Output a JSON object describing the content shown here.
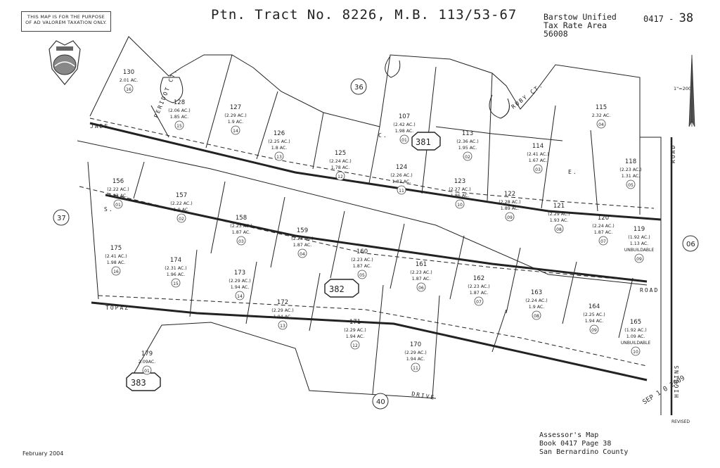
{
  "header": {
    "notice_line1": "THIS MAP IS FOR THE PURPOSE",
    "notice_line2": "OF AD VALOREM TAXATION ONLY.",
    "title": "Ptn. Tract No. 8226, M.B. 113/53-67",
    "district": "Barstow Unified",
    "tax_rate_area_label": "Tax Rate Area",
    "tax_rate_area": "56008",
    "book_prefix": "0417 - ",
    "book_page": "38",
    "scale": "1\"=200'"
  },
  "footer": {
    "line1": "Assessor's Map",
    "line2": "Book 0417 Page 38",
    "line3": "San Bernardino County",
    "date": "February 2004",
    "stamp": "SEP 1 0 2009",
    "revised": "REVISED"
  },
  "streets": [
    "JADE",
    "RUBY CT.",
    "PERIDOT CT.",
    "TOPAZ",
    "DRIVE",
    "ROAD",
    "HIGGINS",
    "E.",
    "C.",
    "S."
  ],
  "adjoining_pages": [
    "36",
    "37",
    "06",
    "40"
  ],
  "blocks": [
    "381",
    "382",
    "383"
  ],
  "lots": [
    {
      "lot": "130",
      "parcel": "16",
      "acres": "2.01 AC."
    },
    {
      "lot": "128",
      "parcel": "15",
      "acres": "(2.06 AC.)",
      "acres2": "1.85 AC."
    },
    {
      "lot": "127",
      "parcel": "14",
      "acres": "(2.29 AC.)",
      "acres2": "1.9 AC."
    },
    {
      "lot": "126",
      "parcel": "13",
      "acres": "(2.25 AC.)",
      "acres2": "1.8 AC."
    },
    {
      "lot": "125",
      "parcel": "12",
      "acres": "(2.24 AC.)",
      "acres2": "1.78 AC."
    },
    {
      "lot": "107",
      "parcel": "01",
      "acres": "(2.42 AC.)",
      "acres2": "1.98 AC."
    },
    {
      "lot": "113",
      "parcel": "02",
      "acres": "(2.36 AC.)",
      "acres2": "1.95 AC."
    },
    {
      "lot": "115",
      "parcel": "04",
      "acres": "2.32 AC."
    },
    {
      "lot": "114",
      "parcel": "03",
      "acres": "(2.41 AC.)",
      "acres2": "1.67 AC."
    },
    {
      "lot": "118",
      "parcel": "05",
      "acres": "(2.23 AC.)",
      "acres2": "1.31 AC."
    },
    {
      "lot": "124",
      "parcel": "11",
      "acres": "(2.26 AC.)",
      "acres2": "1.83 AC."
    },
    {
      "lot": "123",
      "parcel": "10",
      "acres": "(2.27 AC.)",
      "acres2": "1.86 AC."
    },
    {
      "lot": "122",
      "parcel": "09",
      "acres": "(2.28 AC.)",
      "acres2": "1.89 AC."
    },
    {
      "lot": "121",
      "parcel": "08",
      "acres": "(2.29 AC.)",
      "acres2": "1.93 AC."
    },
    {
      "lot": "120",
      "parcel": "07",
      "acres": "(2.24 AC.)",
      "acres2": "1.87 AC."
    },
    {
      "lot": "119",
      "parcel": "09",
      "acres": "(1.92 AC.)",
      "acres2": "1.13 AC.",
      "note": "UNBUILDABLE"
    },
    {
      "lot": "156",
      "parcel": "01",
      "acres": "(2.22 AC.)",
      "acres2": "1.83 AC."
    },
    {
      "lot": "157",
      "parcel": "02",
      "acres": "(2.22 AC.)",
      "acres2": "1.9 AC."
    },
    {
      "lot": "158",
      "parcel": "03",
      "acres": "(2.23 AC.)",
      "acres2": "1.87 AC."
    },
    {
      "lot": "159",
      "parcel": "04",
      "acres": "(2.23 AC.)",
      "acres2": "1.87 AC."
    },
    {
      "lot": "160",
      "parcel": "05",
      "acres": "(2.23 AC.)",
      "acres2": "1.87 AC."
    },
    {
      "lot": "161",
      "parcel": "06",
      "acres": "(2.23 AC.)",
      "acres2": "1.87 AC."
    },
    {
      "lot": "162",
      "parcel": "07",
      "acres": "(2.23 AC.)",
      "acres2": "1.87 AC."
    },
    {
      "lot": "163",
      "parcel": "08",
      "acres": "(2.24 AC.)",
      "acres2": "1.9 AC."
    },
    {
      "lot": "164",
      "parcel": "09",
      "acres": "(2.25 AC.)",
      "acres2": "1.94 AC."
    },
    {
      "lot": "165",
      "parcel": "10",
      "acres": "(1.92 AC.)",
      "acres2": "1.09 AC.",
      "note": "UNBUILDABLE"
    },
    {
      "lot": "175",
      "parcel": "16",
      "acres": "(2.41 AC.)",
      "acres2": "1.98 AC."
    },
    {
      "lot": "174",
      "parcel": "15",
      "acres": "(2.31 AC.)",
      "acres2": "1.96 AC."
    },
    {
      "lot": "173",
      "parcel": "14",
      "acres": "(2.29 AC.)",
      "acres2": "1.94 AC."
    },
    {
      "lot": "172",
      "parcel": "13",
      "acres": "(2.29 AC.)",
      "acres2": "1.94 AC."
    },
    {
      "lot": "171",
      "parcel": "12",
      "acres": "(2.29 AC.)",
      "acres2": "1.94 AC."
    },
    {
      "lot": "170",
      "parcel": "11",
      "acres": "(2.29 AC.)",
      "acres2": "1.94 AC."
    },
    {
      "lot": "179",
      "parcel": "01",
      "acres": "2.09AC."
    }
  ]
}
